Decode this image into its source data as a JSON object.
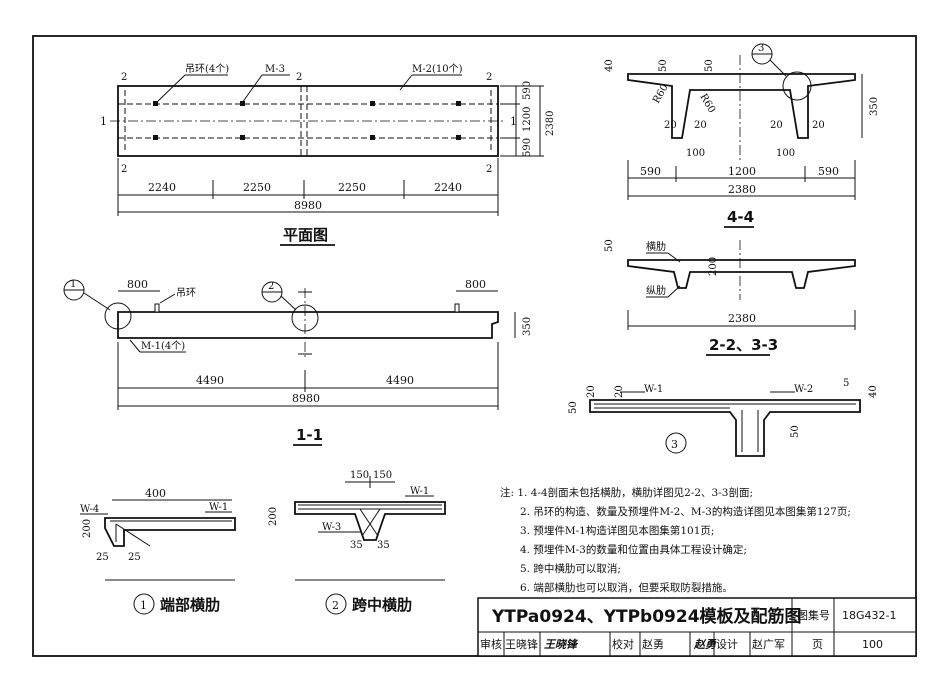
{
  "plan": {
    "title": "平面图",
    "lifting_ring": "吊环(4个)",
    "m3": "M-3",
    "m2": "M-2(10个)",
    "dims_bottom": [
      "2240",
      "2250",
      "2250",
      "2240"
    ],
    "total": "8980",
    "dims_right": [
      "590",
      "1200",
      "590"
    ],
    "total_right": "2380",
    "sec_mark_1": "1",
    "sec_mark_2": "2"
  },
  "section11": {
    "title": "1-1",
    "d800a": "800",
    "d800b": "800",
    "lifting_ring": "吊环",
    "m1": "M-1(4个)",
    "half_a": "4490",
    "half_b": "4490",
    "total": "8980",
    "height": "350",
    "circle1": "1",
    "circle2": "2"
  },
  "section44": {
    "title": "4-4",
    "d40": "40",
    "d50a": "50",
    "d50b": "50",
    "r60a": "R60",
    "r60b": "R60",
    "d20": "20",
    "d100": "100",
    "h350": "350",
    "dims": [
      "590",
      "1200",
      "590"
    ],
    "total": "2380",
    "circle3": "3"
  },
  "section22": {
    "title": "2-2、3-3",
    "d50": "50",
    "h200": "200",
    "cross_rib": "横肋",
    "long_rib": "纵肋",
    "total": "2380"
  },
  "detail3": {
    "label": "3",
    "w1": "W-1",
    "w2": "W-2",
    "d20": "20",
    "d50": "50",
    "d5": "5",
    "d40": "40"
  },
  "detail1": {
    "caption": "端部横肋",
    "num": "1",
    "w4": "W-4",
    "w1": "W-1",
    "d400": "400",
    "d200": "200",
    "d25": "25"
  },
  "detail2": {
    "caption": "跨中横肋",
    "num": "2",
    "d150": "150",
    "w1": "W-1",
    "w3": "W-3",
    "d200": "200",
    "d35": "35"
  },
  "notes": [
    "注: 1. 4-4剖面未包括横肋，横肋详图见2-2、3-3剖面;",
    "2. 吊环的构造、数量及预埋件M-2、M-3的构造详图见本图集第127页;",
    "3. 预埋件M-1构造详图见本图集第101页;",
    "4. 预埋件M-3的数量和位置由具体工程设计确定;",
    "5. 跨中横肋可以取消;",
    "6. 端部横肋也可以取消，但要采取防裂措施。"
  ],
  "title_block": {
    "title": "YTPa0924、YTPb0924模板及配筋图",
    "atlas_label": "图集号",
    "atlas_no": "18G432-1",
    "review": "审核",
    "reviewer": "王晓锋",
    "check": "校对",
    "checker": "赵勇",
    "design": "设计",
    "designer": "赵广军",
    "page_label": "页",
    "page_no": "100"
  }
}
